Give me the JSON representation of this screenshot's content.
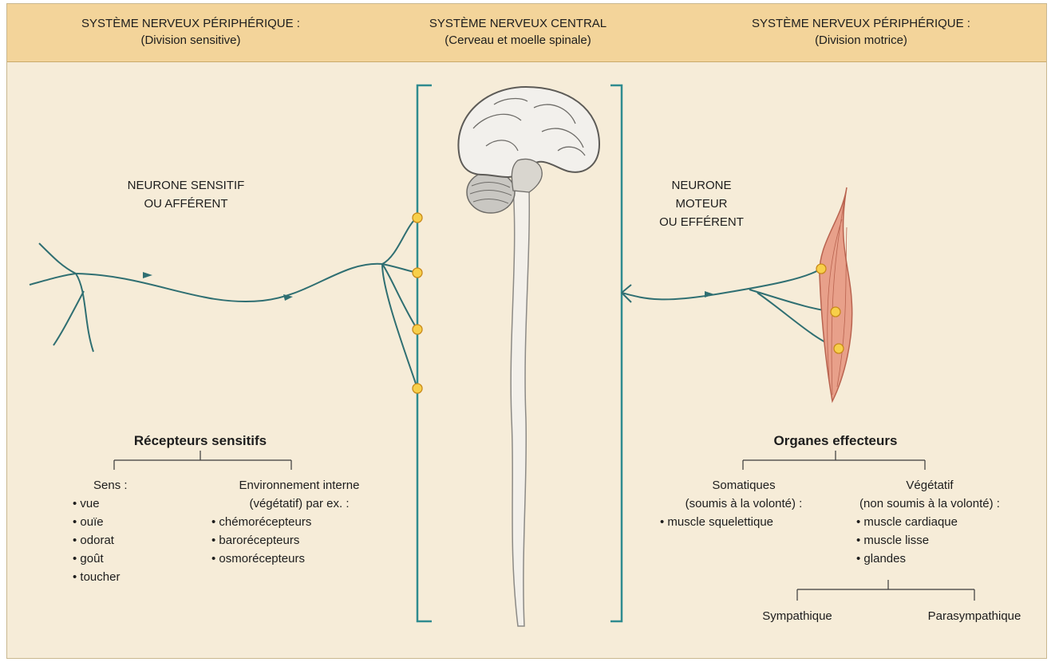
{
  "header": {
    "left": {
      "title": "SYSTÈME NERVEUX PÉRIPHÉRIQUE :",
      "subtitle": "(Division sensitive)"
    },
    "center": {
      "title": "SYSTÈME NERVEUX CENTRAL",
      "subtitle": "(Cerveau et moelle spinale)"
    },
    "right": {
      "title": "SYSTÈME NERVEUX PÉRIPHÉRIQUE :",
      "subtitle": "(Division motrice)"
    }
  },
  "sensory_neuron": {
    "line1": "NEURONE SENSITIF",
    "line2": "OU AFFÉRENT"
  },
  "motor_neuron": {
    "line1": "NEURONE",
    "line2": "MOTEUR",
    "line3": "OU EFFÉRENT"
  },
  "receptors": {
    "title": "Récepteurs sensitifs",
    "senses": {
      "title": "Sens :",
      "items": [
        "vue",
        "ouïe",
        "odorat",
        "goût",
        "toucher"
      ]
    },
    "internal": {
      "title_line1": "Environnement interne",
      "title_line2": "(végétatif) par ex. :",
      "items": [
        "chémorécepteurs",
        "barorécepteurs",
        "osmorécepteurs"
      ]
    }
  },
  "effectors": {
    "title": "Organes effecteurs",
    "somatic": {
      "line1": "Somatiques",
      "line2": "(soumis à la volonté) :",
      "items": [
        "muscle squelettique"
      ]
    },
    "vegetative": {
      "line1": "Végétatif",
      "line2": "(non soumis à la volonté) :",
      "items": [
        "muscle cardiaque",
        "muscle lisse",
        "glandes"
      ]
    },
    "sympathetic": "Sympathique",
    "parasympathetic": "Parasympathique"
  },
  "colors": {
    "background": "#f6ecd8",
    "header": "#f3d49a",
    "nerve": "#2f6f72",
    "synapse": "#f7cf4a",
    "muscle": "#e8a08a"
  }
}
